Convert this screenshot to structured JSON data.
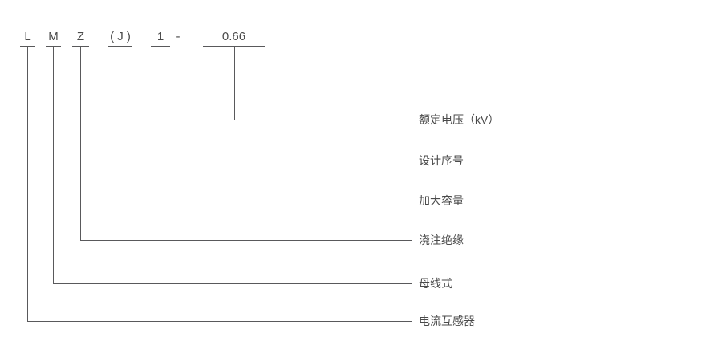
{
  "diagram": {
    "description_colors": {
      "line": "#59595b",
      "text": "#4a4a4a",
      "background": "#ffffff"
    },
    "separator": "-",
    "segments": [
      {
        "code": "L",
        "meaning": "电流互感器"
      },
      {
        "code": "M",
        "meaning": "母线式"
      },
      {
        "code": "Z",
        "meaning": "浇注绝缘"
      },
      {
        "code": "( J )",
        "meaning": "加大容量"
      },
      {
        "code": "1",
        "meaning": "设计序号"
      },
      {
        "code": "0.66",
        "meaning": "额定电压（kV）"
      }
    ]
  }
}
